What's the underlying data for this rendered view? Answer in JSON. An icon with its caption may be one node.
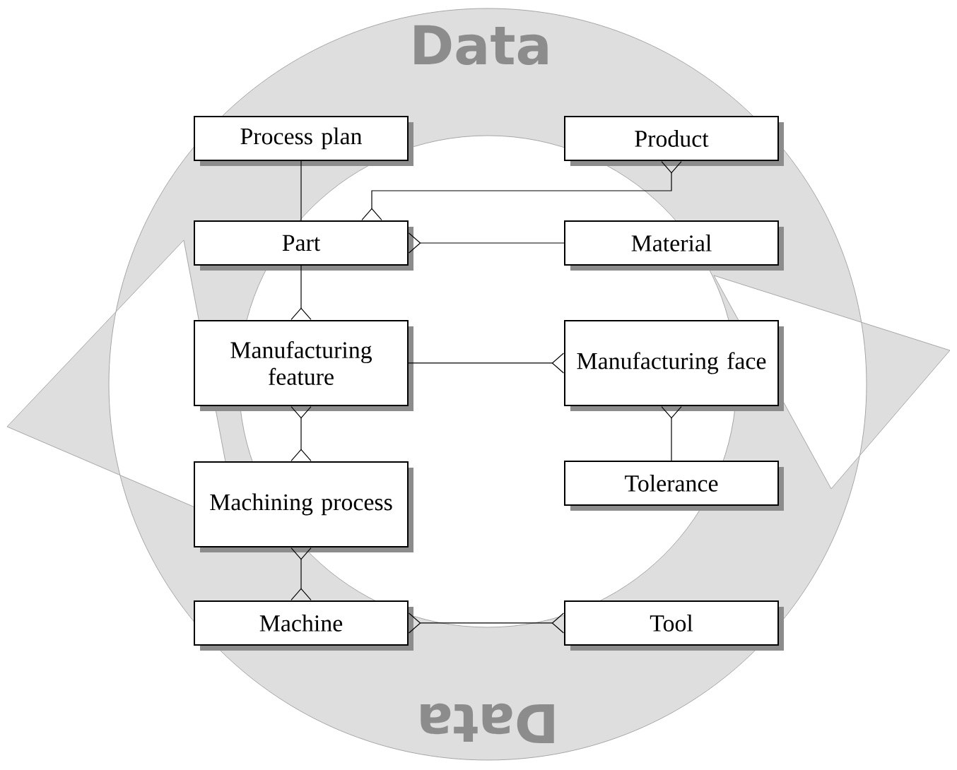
{
  "diagram": {
    "nodes": [
      {
        "text": [
          "Process plan"
        ]
      },
      {
        "text": [
          "Product"
        ]
      },
      {
        "text": [
          "Part"
        ]
      },
      {
        "text": [
          "Material"
        ]
      },
      {
        "text": [
          "Manufacturing feature"
        ]
      },
      {
        "text": [
          "Manufacturing face"
        ]
      },
      {
        "text": [
          "Machining process"
        ]
      },
      {
        "text": [
          "Tolerance"
        ]
      },
      {
        "text": [
          "Machine"
        ]
      },
      {
        "text": [
          "Tool"
        ]
      }
    ],
    "edges": [
      {
        "from": 0,
        "to": 2,
        "arrow": "none"
      },
      {
        "from": 1,
        "to": 2,
        "arrow": "other"
      },
      {
        "from": 3,
        "to": 2,
        "arrow": "other"
      },
      {
        "from": 2,
        "to": 4,
        "arrow": "other"
      },
      {
        "from": 4,
        "to": 5,
        "arrow": "other"
      },
      {
        "from": 7,
        "to": 5,
        "arrow": "other"
      },
      {
        "from": 4,
        "to": 6,
        "arrow": "other"
      },
      {
        "from": 6,
        "to": 8,
        "arrow": "other"
      },
      {
        "from": 8,
        "to": 9,
        "arrow": "other"
      }
    ],
    "labels": [
      "Data",
      "Data"
    ]
  }
}
